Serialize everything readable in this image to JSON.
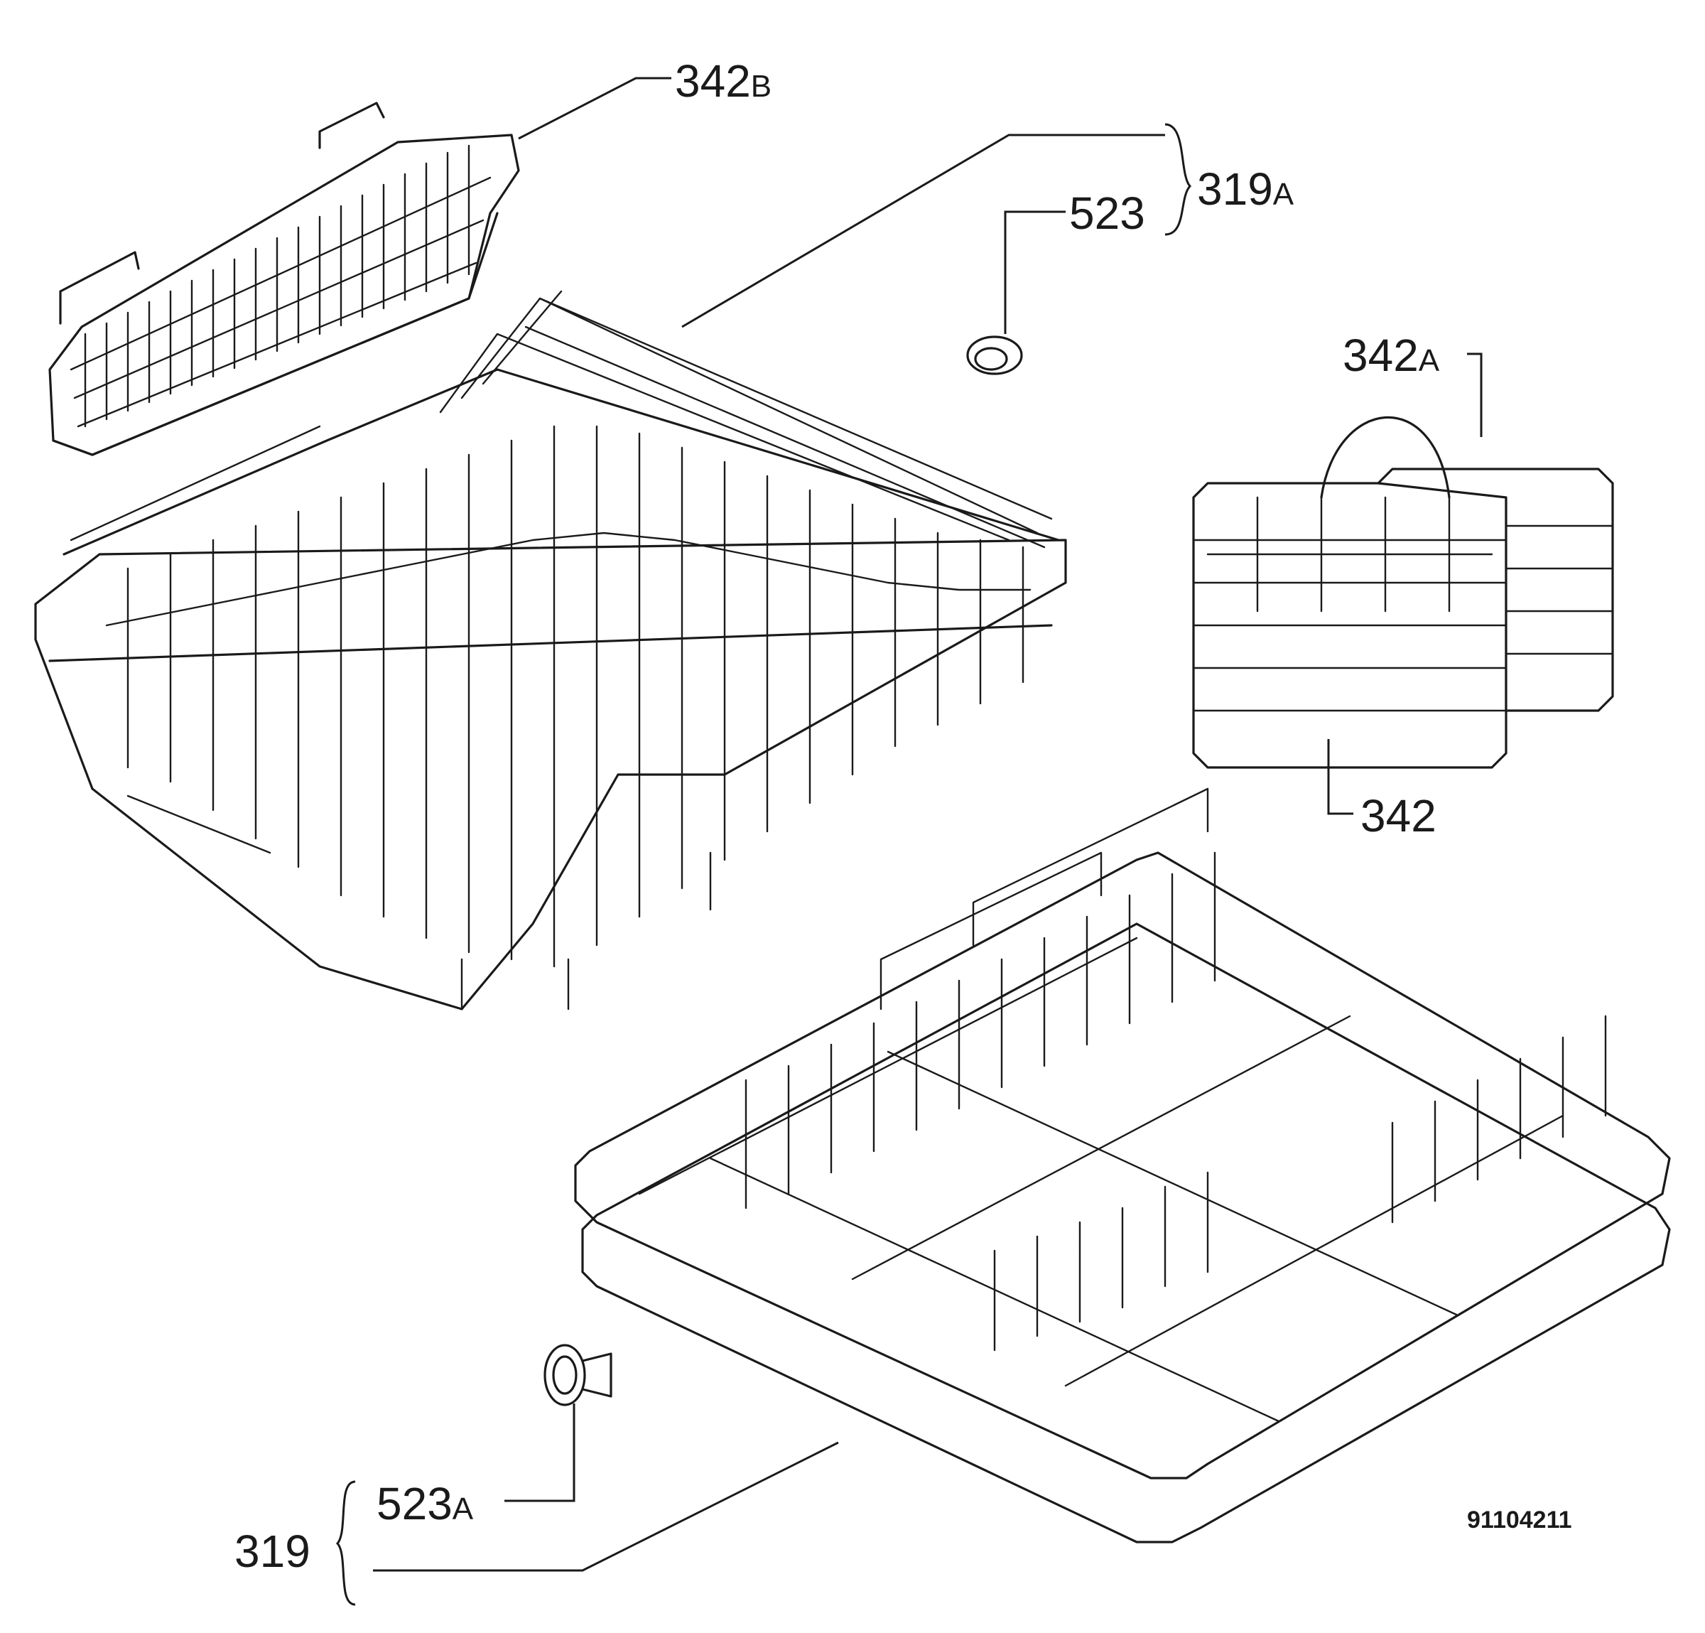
{
  "diagram": {
    "document_code": "91104211",
    "parts": [
      {
        "id": "342B",
        "main": "342",
        "suffix": "B",
        "component": "upper-side-basket"
      },
      {
        "id": "319A",
        "main": "319",
        "suffix": "A",
        "component": "upper-rack-assembly"
      },
      {
        "id": "523",
        "main": "523",
        "suffix": "",
        "component": "upper-rack-wheel"
      },
      {
        "id": "342A",
        "main": "342",
        "suffix": "A",
        "component": "cutlery-basket-insert"
      },
      {
        "id": "342",
        "main": "342",
        "suffix": "",
        "component": "cutlery-basket"
      },
      {
        "id": "523A",
        "main": "523",
        "suffix": "A",
        "component": "lower-rack-wheel"
      },
      {
        "id": "319",
        "main": "319",
        "suffix": "",
        "component": "lower-rack-assembly"
      }
    ],
    "line_color": "#1a1a1a",
    "background": "#ffffff"
  }
}
